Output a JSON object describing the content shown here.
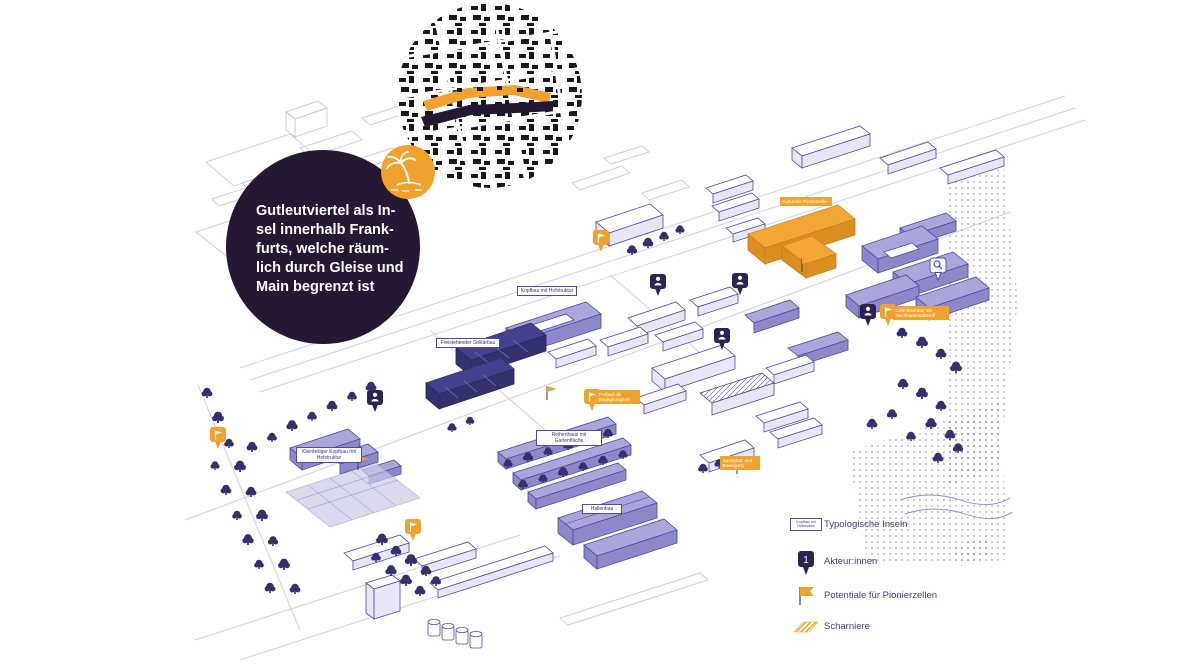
{
  "info_circle": {
    "lines": [
      "Gutleutviertel als In-",
      "sel innerhalb Frank-",
      "furts, welche räum-",
      "lich durch Gleise und",
      "Main begrenzt ist"
    ]
  },
  "building_labels": [
    {
      "id": "kopfbau",
      "text": "Kopfbau mit Hofstruktur"
    },
    {
      "id": "solitaerbau",
      "text": "Freistehender Solitärbau"
    },
    {
      "id": "kleinteilig",
      "text": "Kleinteiliger Kopfbau mit Hofstruktur"
    },
    {
      "id": "reihenhaus",
      "text": "Reihenhaus mit Gartenfläche"
    },
    {
      "id": "hallenbau",
      "text": "Hallenbau"
    }
  ],
  "pioneer_labels": [
    {
      "id": "kultur",
      "text": "Kulturelle Pionierzelle"
    },
    {
      "id": "cafe",
      "text": "Café Eisenbar als Nachbarschaftstreff"
    },
    {
      "id": "freibad",
      "text": "Freibad als Begegnungsort"
    },
    {
      "id": "sportplatz",
      "text": "Sportplatz und Bewegung"
    }
  ],
  "legend": {
    "items": [
      {
        "label": "Typologische Inseln"
      },
      {
        "label": "Akteur:innen"
      },
      {
        "label": "Potentiale für Pionierzellen"
      },
      {
        "label": "Scharniere"
      }
    ],
    "swatch_text": "Kopfbau mit Hofstruktur",
    "pin_number": "1"
  },
  "icons": {
    "island_icon": "palm-tree-island",
    "actor_pin": "location-pin-person",
    "pioneer_flag": "orange-flag",
    "magnifier_pin": "magnifier",
    "scharnier_icon": "striped-hinge"
  },
  "colors": {
    "orange": "#f0a22f",
    "purple": "#4d49a8",
    "lavender": "#aba6da",
    "dark_navy": "#241833",
    "text_purple": "#3f3c8f"
  }
}
